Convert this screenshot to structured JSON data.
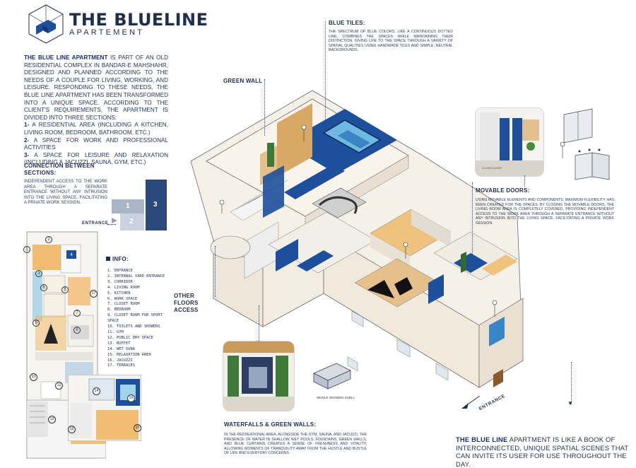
{
  "title": {
    "main": "THE BLUELINE",
    "sub": "APARTEMENT"
  },
  "intro": {
    "lead": "THE BLUE LINE APARTMENT",
    "text": " IS PART OF AN OLD RESIDENTIAL COMPLEX IN BANDAR-E MAHSHAHR, DESIGNED AND PLANNED ACCORDING TO THE NEEDS OF A COUPLE FOR LIVING, WORKING, AND LEISURE. RESPONDING TO THESE NEEDS, THE BLUE LINE APARTMENT HAS BEEN TRANSFORMED INTO A UNIQUE SPACE. ACCORDING TO THE CLIENT'S REQUIREMENTS, THE APARTMENT IS DIVIDED INTO THREE SECTIONS:",
    "items": [
      {
        "num": "1-",
        "text": " A RESIDENTIAL AREA (INCLUDING A KITCHEN, LIVING ROOM, BEDROOM, BATHROOM, ETC.)"
      },
      {
        "num": "2-",
        "text": " A SPACE FOR WORK AND PROFESSIONAL ACTIVITIES"
      },
      {
        "num": "3-",
        "text": " A SPACE FOR LEISURE AND RELAXATION (INCLUDING A JACUZZI, SAUNA, GYM, ETC.)"
      }
    ]
  },
  "connection": {
    "title": "CONNECTION BETWEEN SECTIONS:",
    "text": "INDEPENDENT ACCESS TO THE WORK AREA THROUGH A SEPARATE ENTRANCE WITHOUT ANY INTRUSION INTO THE LIVING SPACE, FACILITATING A PRIVATE WORK SESSION.",
    "entrance_label": "ENTRANCE",
    "blocks": [
      "1",
      "2",
      "3"
    ]
  },
  "info": {
    "title": "INFO:",
    "items": [
      "1. ENTRANCE",
      "2. INTERNAL YARD ENTRANCE",
      "3. CORRIDOR",
      "4. LIVING ROOM",
      "5. KITCHEN",
      "6. WORK SPACE",
      "7. CLOSET ROOM",
      "8. BEDROOM",
      "9. CLOSET ROOM FOR SPORT",
      "SPACE",
      "10. TOILETS AND SHOWERS",
      "11. GYM",
      "12. PUBLIC DRY SPACE",
      "13. BUFFET",
      "14. WET SUNA",
      "15. RELAXATION AREA",
      "16. JACUZZI",
      "17. TERRACES"
    ]
  },
  "plan_numbers": [
    "1",
    "2",
    "3",
    "4",
    "5",
    "6",
    "7",
    "8",
    "9",
    "10",
    "11",
    "12",
    "13",
    "14",
    "15",
    "16",
    "17"
  ],
  "labels": {
    "blue_tiles_title": "BLUE TILES:",
    "blue_tiles_text": "THE SPECTRUM OF BLUE COLORS, LIKE A CONTINUOUS DOTTED LINE, COMBINES THE SPACES WHILE MAINTAINING THEIR DISTINCTION, GIVING LIFE TO THE SPACE THROUGH A VARIETY OF SPATIAL QUALITIES USING HANDMADE TILES AND SIMPLE, NEUTRAL BACKGROUNDS.",
    "green_wall": "GREEN WALL",
    "other_floors": "OTHER FLOORS ACCESS",
    "movable_title": "MOVABLE DOORS:",
    "movable_text": "USING MOVABLE ELEMENTS AND COMPONENTS, MAXIMUM FLEXIBILITY HAS BEEN CREATED FOR THE SPACES. BY CLOSING THE MOVABLE DOORS, THE LIVING ROOM AREA IS COMPLETELY COVERED, PROVIDING INDEPENDENT ACCESS TO THE WORK AREA THROUGH A SEPARATE ENTRANCE WITHOUT ANY INTRUSION INTO THE LIVING SPACE, FACILITATING A PRIVATE WORK SESSION.",
    "waterfalls_title": "WATERFALLS & GREEN WALLS:",
    "waterfalls_text": "IN THE RECREATIONAL AREA, ALONGSIDE THE GYM, SAUNA, AND JACUZZI, THE PRESENCE OF WATER IN SHALLOW WET POOLS, FOUNTAINS, GREEN WALLS, AND BLUE CURTAINS CREATES A SENSE OF FRESHNESS AND VITALITY, ALLOWING MOMENTS OF TRANQUILITY AWAY FROM THE HUSTLE AND BUSTLE OF LIFE AND EVERYDAY CONCERNS",
    "wooden_shell": "WHOLE WOODEN SHELL",
    "entrance_axo": "ENTRANCE",
    "closed_doors": "CLOSED DOORS"
  },
  "bottom_note": {
    "lead": "THE BLUE LINE",
    "text": " APARTMENT IS LIKE A BOOK OF INTERCONNECTED, UNIQUE SPATIAL SCENES THAT CAN INVITE ITS USER FOR USE THROUGHOUT THE DAY."
  },
  "colors": {
    "navy": "#1f2d4e",
    "blue": "#1d4f9c",
    "wood": "#d9a865",
    "wall": "#f3ede4"
  }
}
